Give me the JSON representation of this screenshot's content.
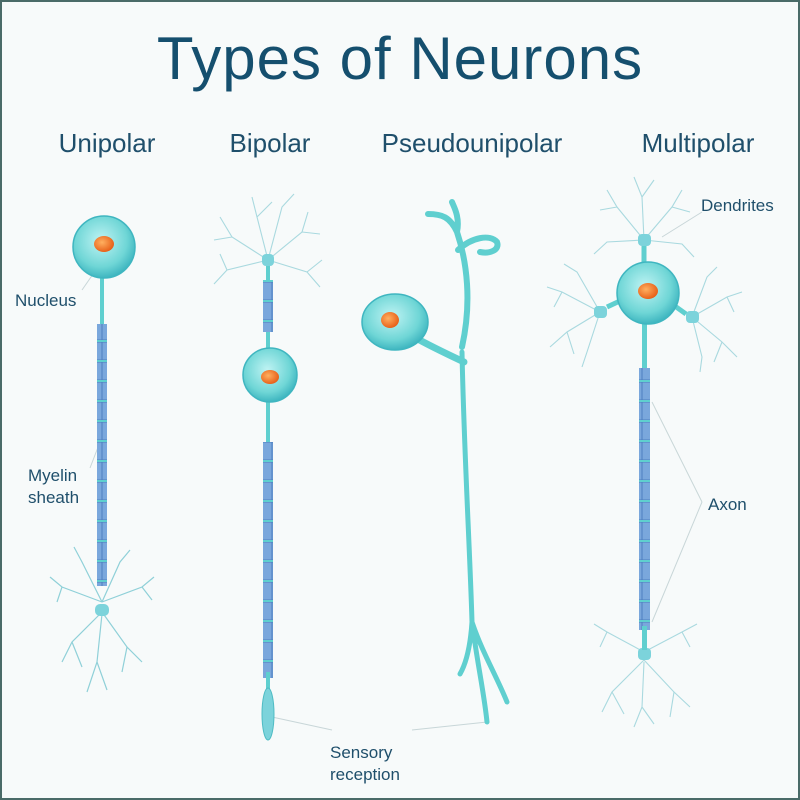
{
  "title": "Types of Neurons",
  "columns": {
    "unipolar": "Unipolar",
    "bipolar": "Bipolar",
    "pseudounipolar": "Pseudounipolar",
    "multipolar": "Multipolar"
  },
  "labels": {
    "nucleus": "Nucleus",
    "myelin_line1": "Myelin",
    "myelin_line2": "sheath",
    "dendrites": "Dendrites",
    "axon": "Axon",
    "sensory_line1": "Sensory",
    "sensory_line2": "reception"
  },
  "colors": {
    "cell_body": "#6fd6d6",
    "nucleus": "#f07a25",
    "myelin": "#6f9fd6",
    "axon": "#5fcfcf",
    "title": "#154f6e"
  }
}
